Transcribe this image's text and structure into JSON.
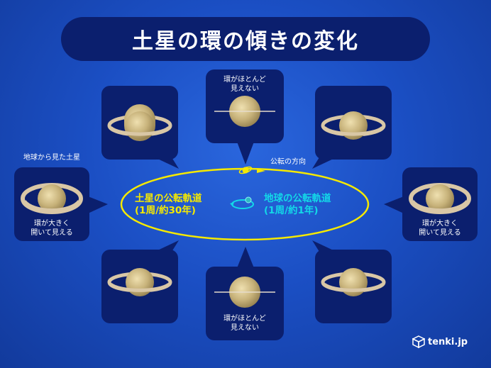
{
  "title": "土星の環の傾きの変化",
  "labels": {
    "top_panel": [
      "環がほとんど",
      "見えない"
    ],
    "bottom_panel": [
      "環がほとんど",
      "見えない"
    ],
    "left_caption": "地球から見た土星",
    "left_panel": [
      "環が大きく",
      "開いて見える"
    ],
    "right_panel": [
      "環が大きく",
      "開いて見える"
    ],
    "revolution_direction": "公転の方向"
  },
  "saturn_orbit": {
    "name": "土星の公転軌道",
    "period": "(1周/約30年)",
    "color": "#f5e900"
  },
  "earth_orbit": {
    "name": "地球の公転軌道",
    "period": "(1周/約1年)",
    "color": "#13d8e8"
  },
  "logo": {
    "icon": "tenki-cube-icon",
    "text": "tenki.jp"
  },
  "colors": {
    "panel": "#0b1f6e",
    "background": "#1b4fc4",
    "planet": "#c7b27a",
    "ring": "#d9c7a6"
  }
}
